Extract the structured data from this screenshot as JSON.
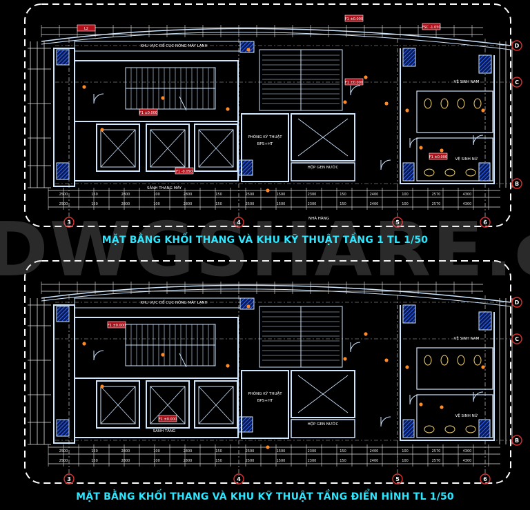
{
  "titles": {
    "plan1": "MẶT BẰNG KHỐI THANG VÀ KHU KỸ THUẬT TẦNG 1 TL 1/50",
    "plan2": "MẶT BẰNG KHỐI THANG VÀ KHU KỸ THUẬT TẦNG ĐIỂN HÌNH TL 1/50"
  },
  "watermark": "DWGSHARE.co",
  "plan1": {
    "grid_columns": [
      "3",
      "4",
      "5",
      "6"
    ],
    "grid_rows": [
      "D",
      "C",
      "B"
    ],
    "room_labels": {
      "ac_area": "KHU VỰC ĐỂ CỤC NÓNG MÁY LẠNH",
      "tech_room": "PHÒNG KỸ THUẬT",
      "tech_room_sub": "BPS+HT",
      "janitor": "HỘP GEN NƯỚC",
      "wc_male": "VỆ SINH NAM",
      "wc_female": "VỆ SINH NỮ",
      "lift_lobby": "SẢNH THANG MÁY",
      "restaurant": "NHÀ HÀNG"
    },
    "level_tags": [
      "L2",
      "F1 ±0.000",
      "F1 -0.050",
      "F1 ±0.000",
      "FSC -1.050",
      "F1 ±0.000",
      "F1 ±0.000"
    ]
  },
  "plan2": {
    "grid_columns": [
      "3",
      "4",
      "5",
      "6"
    ],
    "grid_rows": [
      "D",
      "C",
      "B"
    ],
    "room_labels": {
      "ac_area": "KHU VỰC ĐỂ CỤC NÓNG MÁY LẠNH",
      "tech_room": "PHÒNG KỸ THUẬT",
      "tech_room_sub": "BPS+HT",
      "janitor": "HỘP GEN NƯỚC",
      "wc_male": "VỆ SINH NAM",
      "wc_female": "VỆ SINH NỮ",
      "lobby": "SẢNH TẦNG"
    },
    "level_tags": [
      "F1 ±0.000",
      "F1 ±0.000"
    ]
  },
  "colors": {
    "background": "#000000",
    "wall": "#cfe6ff",
    "dimension": "#e6e6e6",
    "grid_line": "#b5b5b5",
    "hatch": "#2f68ff",
    "title": "#2fe6ff",
    "tag": "#ff3333",
    "marker": "#ff8a2a"
  }
}
